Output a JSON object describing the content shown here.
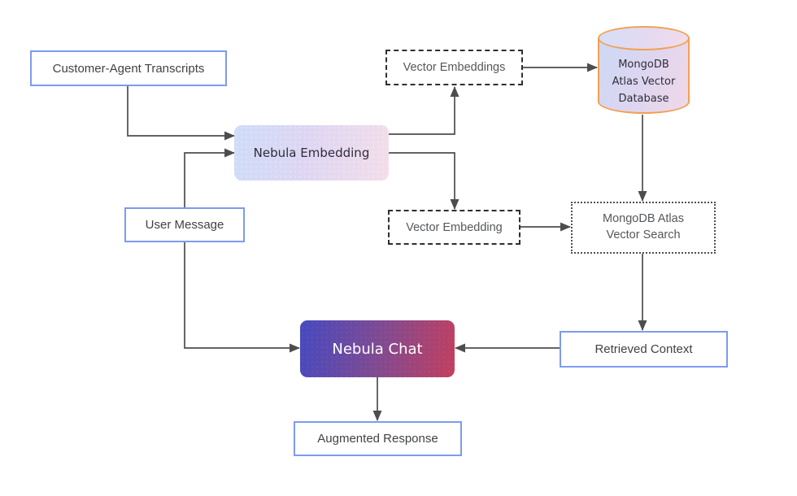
{
  "diagram": {
    "nodes": {
      "customer_agent_transcripts": {
        "label": "Customer-Agent Transcripts"
      },
      "nebula_embedding": {
        "label": "Nebula Embedding"
      },
      "vector_embeddings": {
        "label": "Vector Embeddings"
      },
      "mongodb_atlas_vector_database": {
        "lines": [
          "MongoDB",
          "Atlas Vector",
          "Database"
        ]
      },
      "user_message": {
        "label": "User Message"
      },
      "vector_embedding": {
        "label": "Vector Embedding"
      },
      "mongodb_atlas_vector_search": {
        "lines": [
          "MongoDB Atlas",
          "Vector Search"
        ]
      },
      "nebula_chat": {
        "label": "Nebula Chat"
      },
      "retrieved_context": {
        "label": "Retrieved Context"
      },
      "augmented_response": {
        "label": "Augmented Response"
      }
    },
    "edges": [
      {
        "from": "customer_agent_transcripts",
        "to": "nebula_embedding"
      },
      {
        "from": "user_message",
        "to": "nebula_embedding"
      },
      {
        "from": "nebula_embedding",
        "to": "vector_embeddings"
      },
      {
        "from": "nebula_embedding",
        "to": "vector_embedding"
      },
      {
        "from": "vector_embeddings",
        "to": "mongodb_atlas_vector_database"
      },
      {
        "from": "mongodb_atlas_vector_database",
        "to": "mongodb_atlas_vector_search"
      },
      {
        "from": "vector_embedding",
        "to": "mongodb_atlas_vector_search"
      },
      {
        "from": "mongodb_atlas_vector_search",
        "to": "retrieved_context"
      },
      {
        "from": "retrieved_context",
        "to": "nebula_chat"
      },
      {
        "from": "user_message",
        "to": "nebula_chat"
      },
      {
        "from": "nebula_chat",
        "to": "augmented_response"
      }
    ],
    "colors": {
      "plain_box_border": "#7d9bee",
      "dashed_box_border": "#2f2f2f",
      "dotted_box_border": "#4f4f4f",
      "cylinder_border": "#f2a052",
      "connector": "#4d4d4d",
      "nebula_light_gradient_start": "#cedcf8",
      "nebula_light_gradient_end": "#f3dde9",
      "nebula_dark_gradient_start": "#4649c0",
      "nebula_dark_gradient_end": "#c23f5f",
      "text_dark": "#3f4245",
      "text_on_dark": "#ffffff",
      "background": "#ffffff"
    }
  }
}
